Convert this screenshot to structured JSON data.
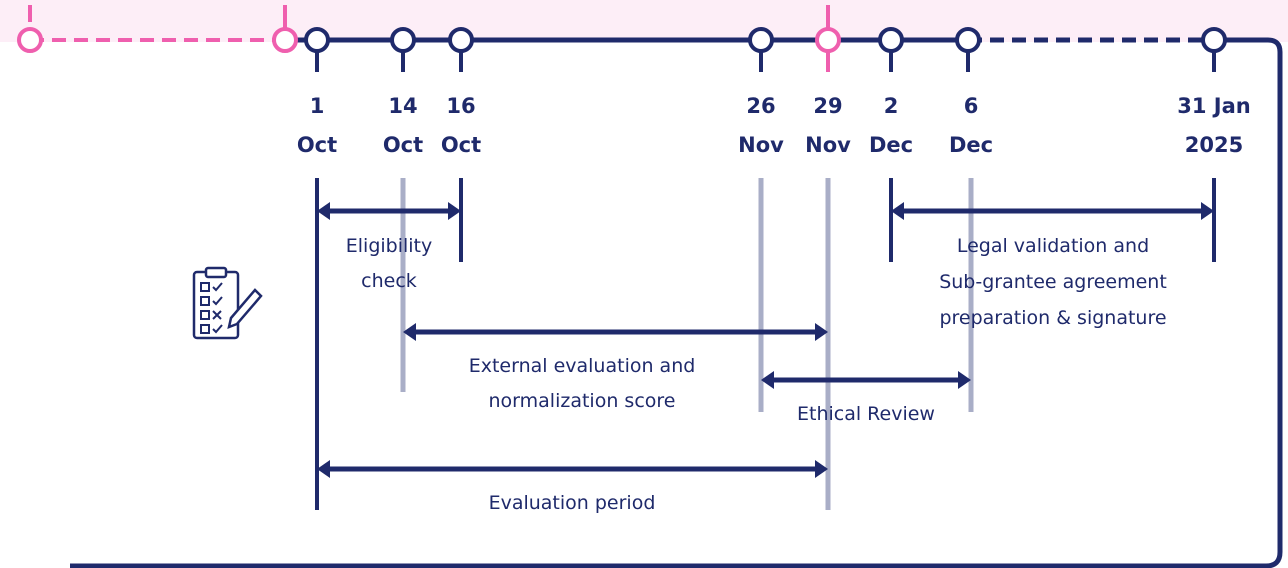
{
  "colors": {
    "navy": "#1f2a6b",
    "pink": "#ef5fae",
    "pink_band": "#fdeef7",
    "gray_line": "#a9aec7"
  },
  "icon": "clipboard-checklist-icon",
  "milestones": [
    {
      "id": "1-oct",
      "l1": "1",
      "l2": "Oct",
      "color": "navy"
    },
    {
      "id": "14-oct",
      "l1": "14",
      "l2": "Oct",
      "color": "navy"
    },
    {
      "id": "16-oct",
      "l1": "16",
      "l2": "Oct",
      "color": "navy"
    },
    {
      "id": "26-nov",
      "l1": "26",
      "l2": "Nov",
      "color": "navy"
    },
    {
      "id": "29-nov",
      "l1": "29",
      "l2": "Nov",
      "color": "pink"
    },
    {
      "id": "2-dec",
      "l1": "2",
      "l2": "Dec",
      "color": "navy"
    },
    {
      "id": "6-dec",
      "l1": "6",
      "l2": "Dec",
      "color": "navy"
    },
    {
      "id": "31-jan-2025",
      "l1": "31 Jan",
      "l2": "2025",
      "color": "navy"
    }
  ],
  "phases": [
    {
      "id": "eligibility-check",
      "lines": [
        "Eligibility",
        "check"
      ]
    },
    {
      "id": "external-evaluation",
      "lines": [
        "External evaluation and",
        "normalization score"
      ]
    },
    {
      "id": "ethical-review",
      "lines": [
        "Ethical Review"
      ]
    },
    {
      "id": "legal-validation",
      "lines": [
        "Legal validation and",
        "Sub-grantee agreement",
        "preparation & signature"
      ]
    },
    {
      "id": "evaluation-period",
      "lines": [
        "Evaluation period"
      ]
    }
  ]
}
